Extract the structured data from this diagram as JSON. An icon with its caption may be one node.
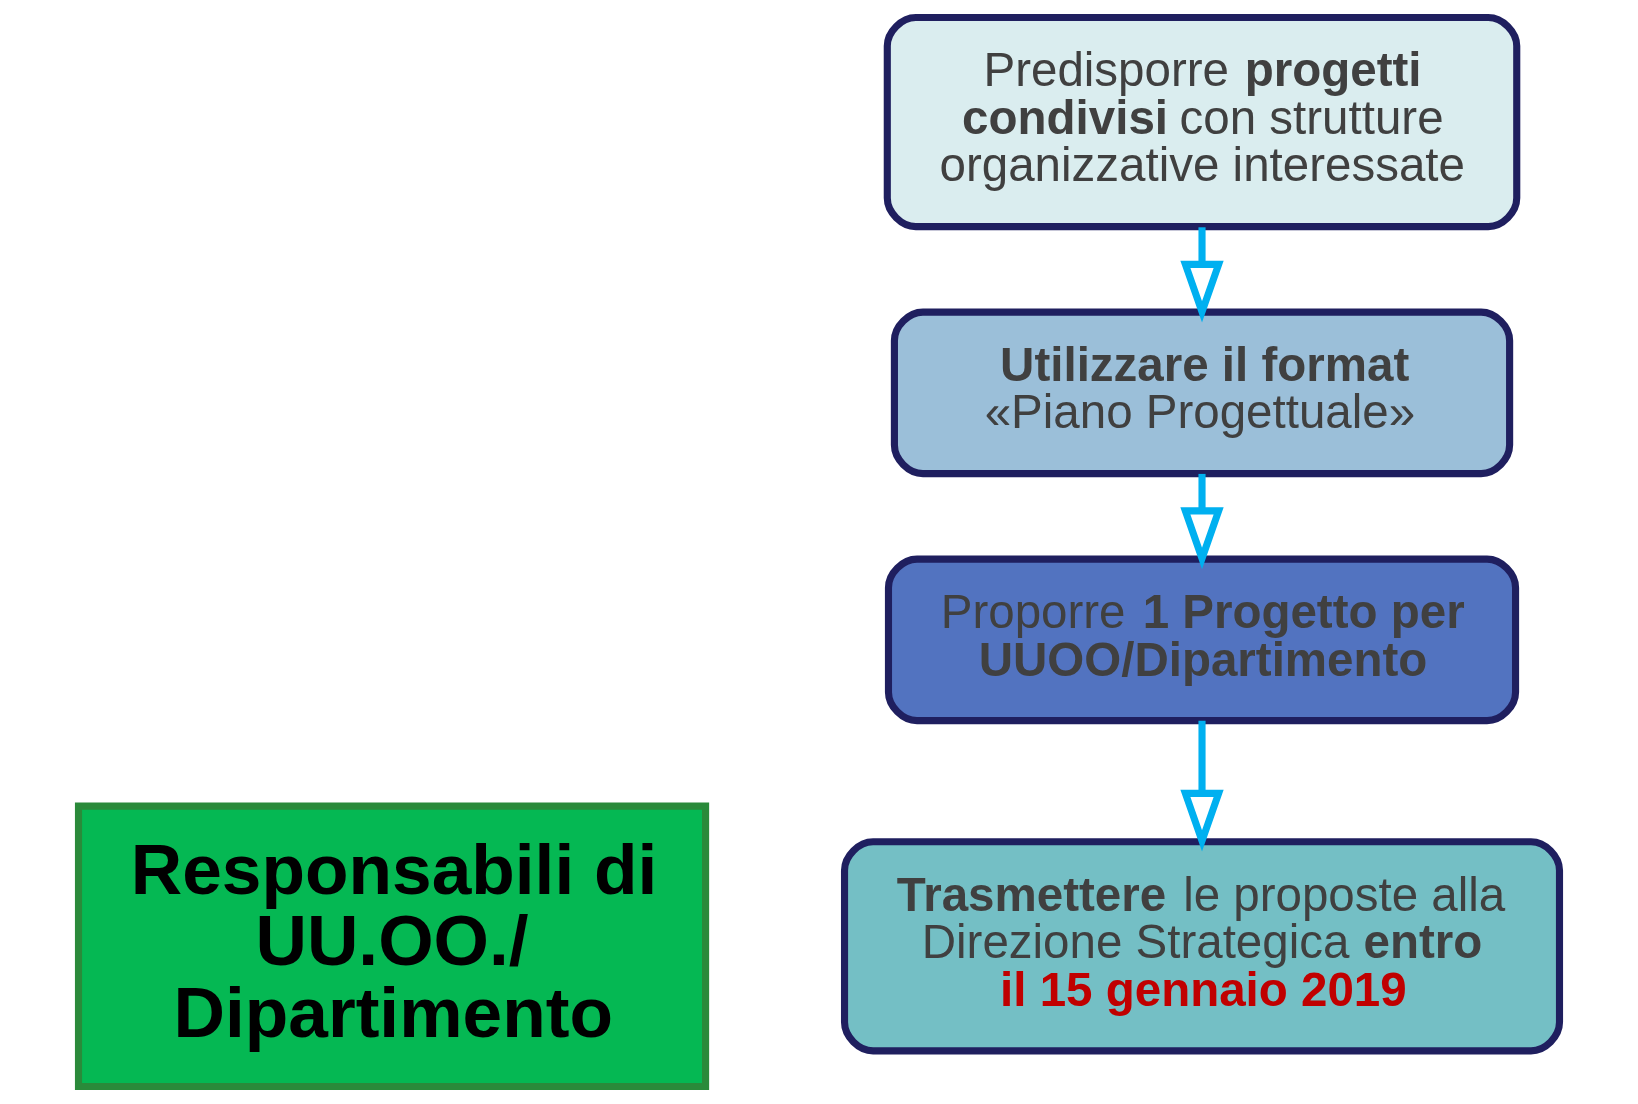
{
  "diagram": {
    "nodes": [
      {
        "text": [
          "Predisporre **progetti condivisi** con strutture organizzative interessate"
        ]
      },
      {
        "text": [
          "**Utilizzare il format** «Piano Progettuale»"
        ]
      },
      {
        "text": [
          "Proporre **1 Progetto per UUOO/Dipartimento**"
        ]
      },
      {
        "text": [
          "**Trasmettere** le proposte alla Direzione Strategica **entro**",
          "il 15 gennaio 2019"
        ]
      },
      {
        "text": [
          "Responsabili di UU.OO./ Dipartimento"
        ]
      }
    ],
    "edges": [
      {
        "from": 0,
        "to": 1,
        "arrow": "to"
      },
      {
        "from": 1,
        "to": 2,
        "arrow": "to"
      },
      {
        "from": 2,
        "to": 3,
        "arrow": "to"
      }
    ]
  }
}
